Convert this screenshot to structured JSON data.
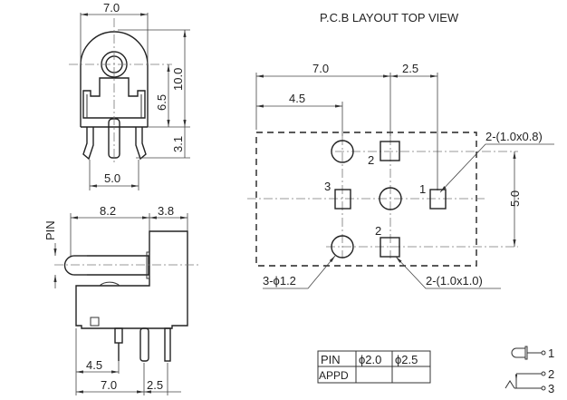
{
  "title": "P.C.B LAYOUT    TOP VIEW",
  "front_view": {
    "width": "7.0",
    "height": "10.0",
    "center_height": "6.5",
    "pin_length": "3.1",
    "pin_spacing": "5.0"
  },
  "side_view": {
    "pin_label": "PIN",
    "body_length": "8.2",
    "body_front": "3.8",
    "dim_4_5": "4.5",
    "dim_7_0": "7.0",
    "dim_2_5": "2.5"
  },
  "pcb_layout": {
    "dim_7_0": "7.0",
    "dim_2_5": "2.5",
    "dim_4_5": "4.5",
    "dim_5_0": "5.0",
    "pin_labels": [
      "1",
      "2",
      "2",
      "3"
    ],
    "callout_slot_small": "2-(1.0x0.8)",
    "callout_slot_square": "2-(1.0x1.0)",
    "callout_holes": "3-ϕ1.2"
  },
  "pin_table": {
    "headers": [
      "PIN",
      "ϕ2.0",
      "ϕ2.5"
    ],
    "rows": [
      [
        "APPD",
        "",
        ""
      ]
    ]
  },
  "schematic": {
    "pins": [
      "1",
      "2",
      "3"
    ]
  }
}
